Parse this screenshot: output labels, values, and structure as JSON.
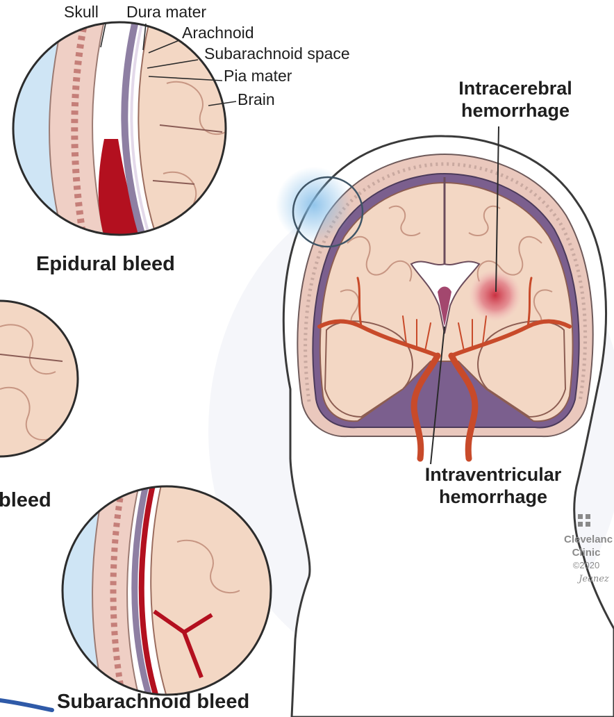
{
  "labels": {
    "skull": "Skull",
    "dura_mater": "Dura mater",
    "arachnoid": "Arachnoid",
    "subarachnoid_space": "Subarachnoid space",
    "pia_mater": "Pia mater",
    "brain": "Brain",
    "intracerebral_line1": "Intracerebral",
    "intracerebral_line2": "hemorrhage",
    "intraventricular_line1": "Intraventricular",
    "intraventricular_line2": "hemorrhage"
  },
  "insets": {
    "epidural": "Epidural bleed",
    "subdural_partial": "bleed",
    "subarachnoid": "Subarachnoid bleed"
  },
  "watermark": {
    "line1": "Clevelanc",
    "line2": "Clinic",
    "year": "©2020",
    "signature": "Jeanez"
  },
  "colors": {
    "blood": "#b3101f",
    "vessel": "#c84a2a",
    "skull": "#f0cfc6",
    "brain": "#f4dccb",
    "membrane": "#b9a6c8",
    "pointer_accent": "#2f5aa8"
  }
}
